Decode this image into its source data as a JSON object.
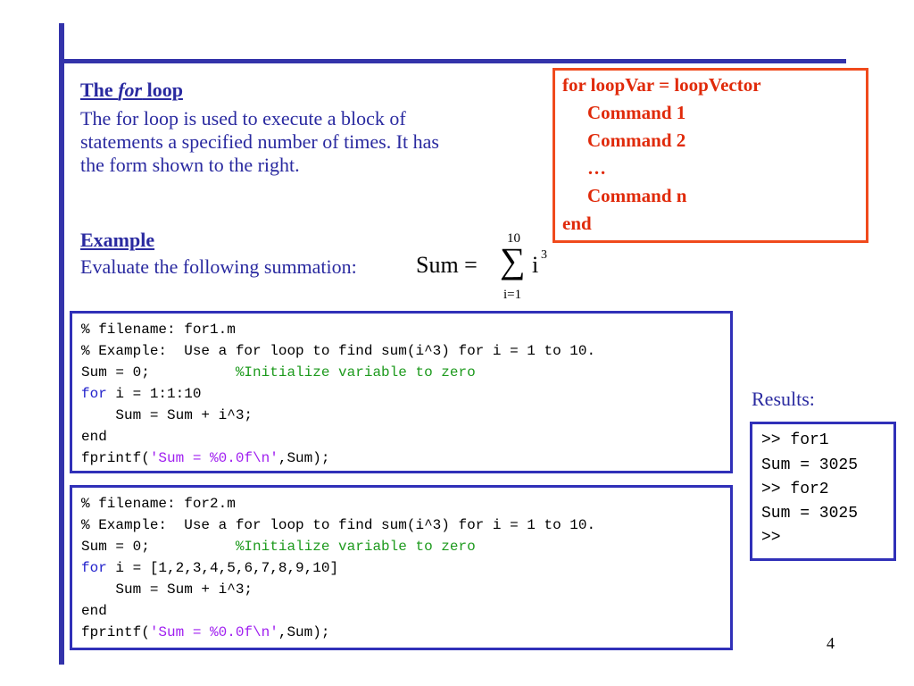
{
  "intro": {
    "title_prefix": "The ",
    "title_em": "for",
    "title_suffix": " loop",
    "lines": [
      "The for loop is used to execute a block of",
      "statements a specified number of times.  It has",
      "the form shown to the right."
    ]
  },
  "syntax_box": {
    "lines": [
      "for loopVar = loopVector",
      "Command 1",
      "Command 2",
      "…",
      "Command n",
      "end"
    ]
  },
  "example": {
    "title": "Example",
    "text": "Evaluate the following summation:",
    "formula": {
      "lhs": "Sum =",
      "upper": "10",
      "sigma": "∑",
      "base": "i",
      "exponent": "3",
      "lower": "i=1"
    }
  },
  "code1": {
    "rows": [
      {
        "t": "% filename: for1.m"
      },
      {
        "t": "% Example:  Use a for loop to find sum(i^3) for i = 1 to 10."
      },
      {
        "a": "Sum = 0;          ",
        "b": "%Initialize variable to zero"
      },
      {
        "k": "for",
        "r": " i = 1:1:10"
      },
      {
        "t": "    Sum = Sum + i^3;"
      },
      {
        "k": "end"
      },
      {
        "p": "fprintf(",
        "s": "'Sum = %0.0f\\n'",
        "q": ",Sum);"
      }
    ]
  },
  "code2": {
    "rows": [
      {
        "t": "% filename: for2.m"
      },
      {
        "t": "% Example:  Use a for loop to find sum(i^3) for i = 1 to 10."
      },
      {
        "a": "Sum = 0;          ",
        "b": "%Initialize variable to zero"
      },
      {
        "k": "for",
        "r": " i = [1,2,3,4,5,6,7,8,9,10]"
      },
      {
        "t": "    Sum = Sum + i^3;"
      },
      {
        "k": "end"
      },
      {
        "p": "fprintf(",
        "s": "'Sum = %0.0f\\n'",
        "q": ",Sum);"
      }
    ]
  },
  "results": {
    "label": "Results:",
    "lines": [
      ">> for1",
      "Sum = 3025",
      ">> for2",
      "Sum = 3025",
      ">>"
    ]
  },
  "page_number": "4",
  "colors": {
    "accent": "#3333aa",
    "text_blue": "#2a2aa0",
    "syntax_red": "#e02a0a",
    "comment_green": "#1d9a1d",
    "keyword_blue": "#2222cc",
    "string_purple": "#a020f0"
  }
}
